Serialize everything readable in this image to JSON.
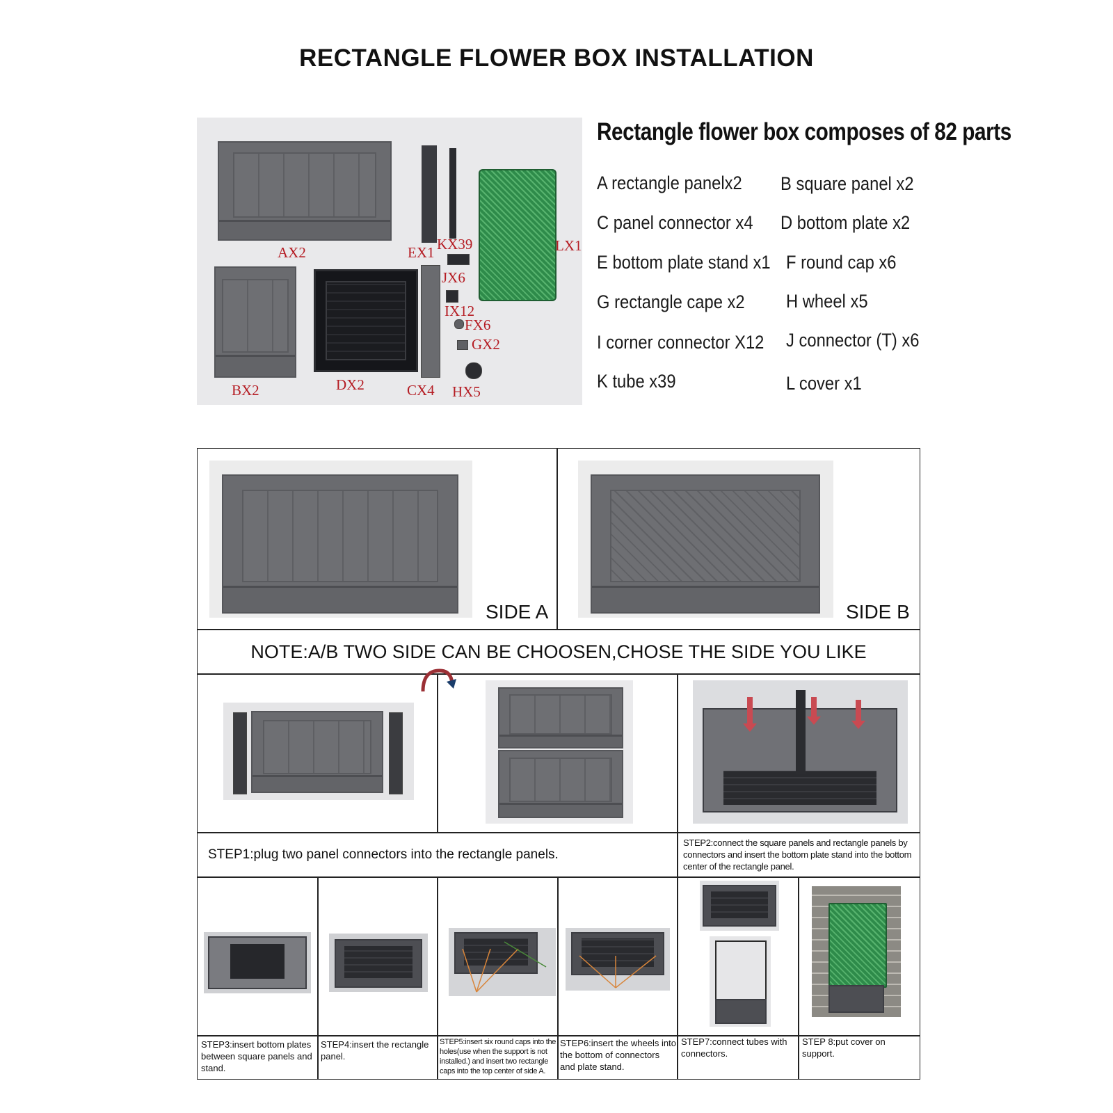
{
  "title": "RECTANGLE FLOWER BOX INSTALLATION",
  "parts_photo": {
    "labels": {
      "A": "AX2",
      "E": "EX1",
      "K": "KX39",
      "L": "LX1",
      "J": "JX6",
      "I": "IX12",
      "F": "FX6",
      "G": "GX2",
      "B": "BX2",
      "D": "DX2",
      "C": "CX4",
      "H": "HX5"
    }
  },
  "parts_list": {
    "heading": "Rectangle flower box composes of 82 parts",
    "items": [
      "A rectangle panelx2",
      "B square panel x2",
      "C panel connector x4",
      "D bottom plate x2",
      "E bottom plate stand x1",
      "F round cap x6",
      "G rectangle cape x2",
      "H wheel x5",
      "I corner connector X12",
      "J connector (T) x6",
      "K tube x39",
      "L cover x1"
    ]
  },
  "sides": {
    "a": "SIDE A",
    "b": "SIDE B"
  },
  "note": "NOTE:A/B TWO SIDE CAN BE CHOOSEN,CHOSE THE SIDE YOU LIKE",
  "steps": {
    "step1": "STEP1:plug two panel connectors into the rectangle panels.",
    "step2": "STEP2:connect the square panels and rectangle panels by connectors and insert the bottom plate stand into the bottom center of the rectangle panel.",
    "step3": "STEP3:insert bottom plates between square panels and stand.",
    "step4": "STEP4:insert the rectangle panel.",
    "step5": "STEP5:insert six round caps into the holes(use when the support is not installed.) and insert two rectangle caps into the top center of side A.",
    "step6": "STEP6:insert the wheels into the bottom of connectors and plate stand.",
    "step7": "STEP7:connect tubes with connectors.",
    "step8": "STEP 8:put cover on support."
  }
}
